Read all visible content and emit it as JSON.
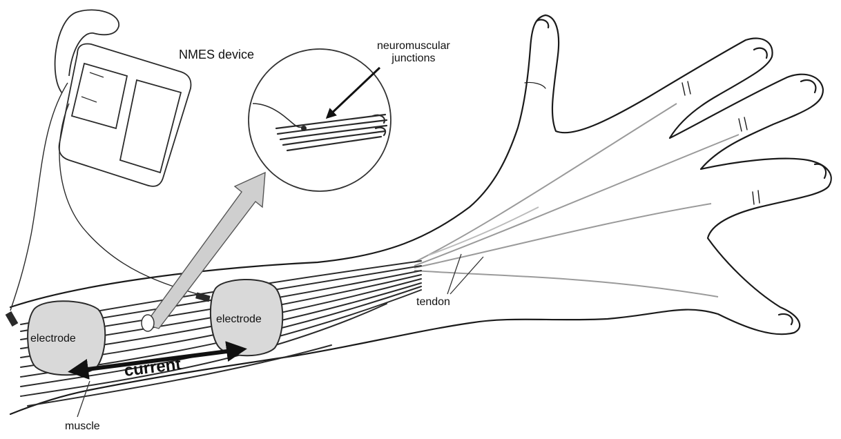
{
  "labels": {
    "device": "NMES device",
    "nmj_line1": "neuromuscular",
    "nmj_line2": "junctions",
    "electrode_left": "electrode",
    "electrode_right": "electrode",
    "current": "current",
    "tendon": "tendon",
    "muscle": "muscle"
  },
  "colors": {
    "line": "#1a1a1a",
    "electrode_fill": "#d9d9d9",
    "arrow_fill": "#cfcfcf",
    "background": "#ffffff"
  }
}
